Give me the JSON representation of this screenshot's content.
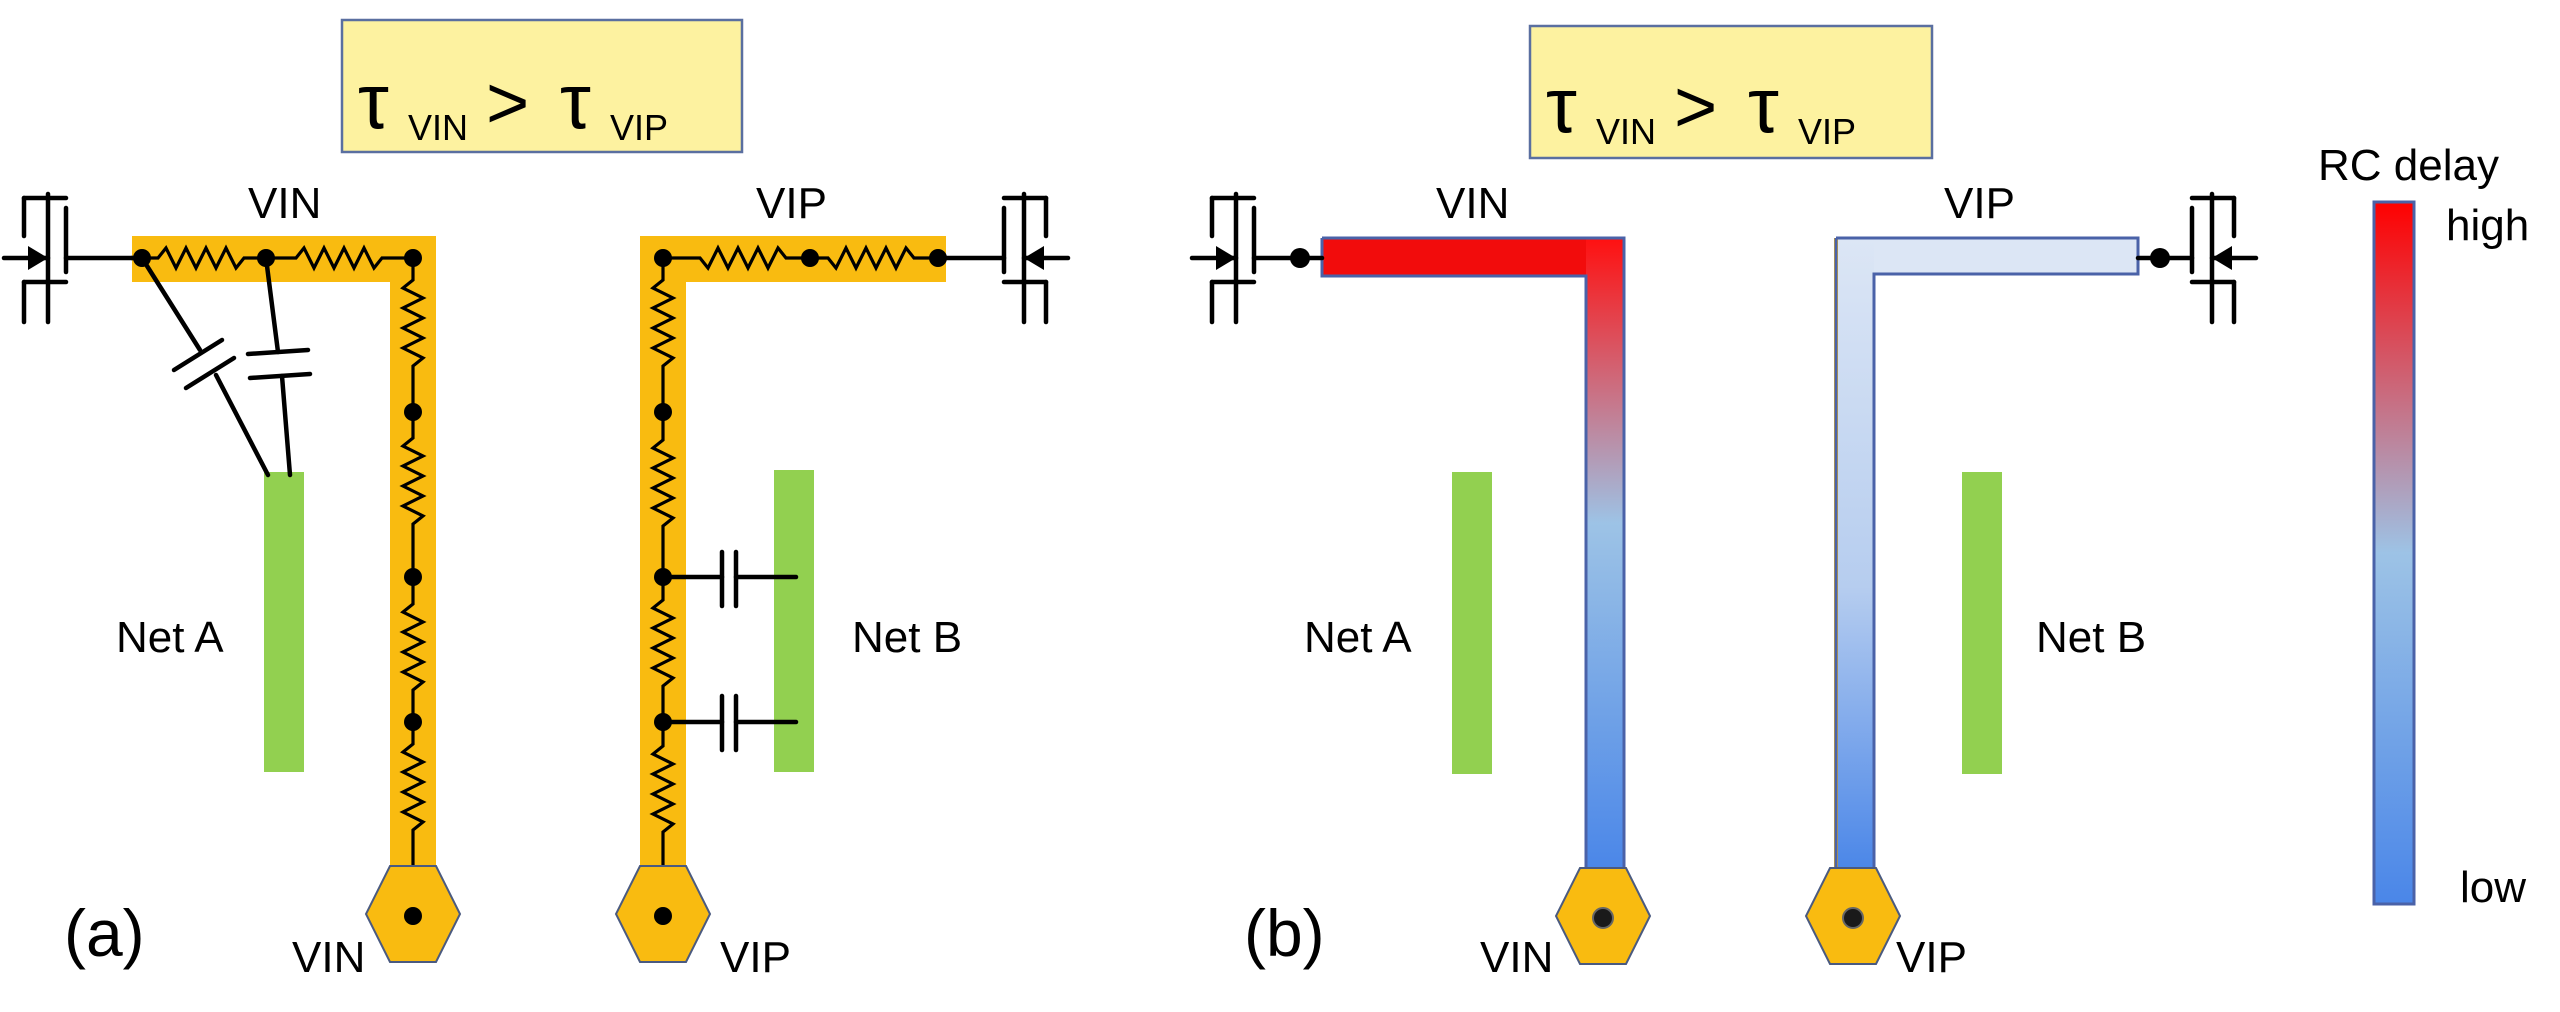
{
  "panel_a": {
    "label": "(a)",
    "title": {
      "main": "τ",
      "sub1": "VIN",
      "op": ">",
      "main2": "τ",
      "sub2": "VIP"
    },
    "vin_label": "VIN",
    "vip_label": "VIP",
    "net_a": "Net A",
    "net_b": "Net B",
    "pad_vin": "VIN",
    "pad_vip": "VIP"
  },
  "panel_b": {
    "label": "(b)",
    "title": {
      "main": "τ",
      "sub1": "VIN",
      "op": ">",
      "main2": "τ",
      "sub2": "VIP"
    },
    "vin_label": "VIN",
    "vip_label": "VIP",
    "net_a": "Net A",
    "net_b": "Net B",
    "pad_vin": "VIN",
    "pad_vip": "VIP"
  },
  "colorbar": {
    "title": "RC delay",
    "high": "high",
    "low": "low",
    "color_high": "#ff0000",
    "color_mid": "#9dc3e6",
    "color_low": "#4a86e8"
  },
  "colors": {
    "trace": "#f9bb10",
    "net": "#92d050",
    "title_bg": "#fdf2a0",
    "vip_trace_fill": "#dce6f5"
  }
}
